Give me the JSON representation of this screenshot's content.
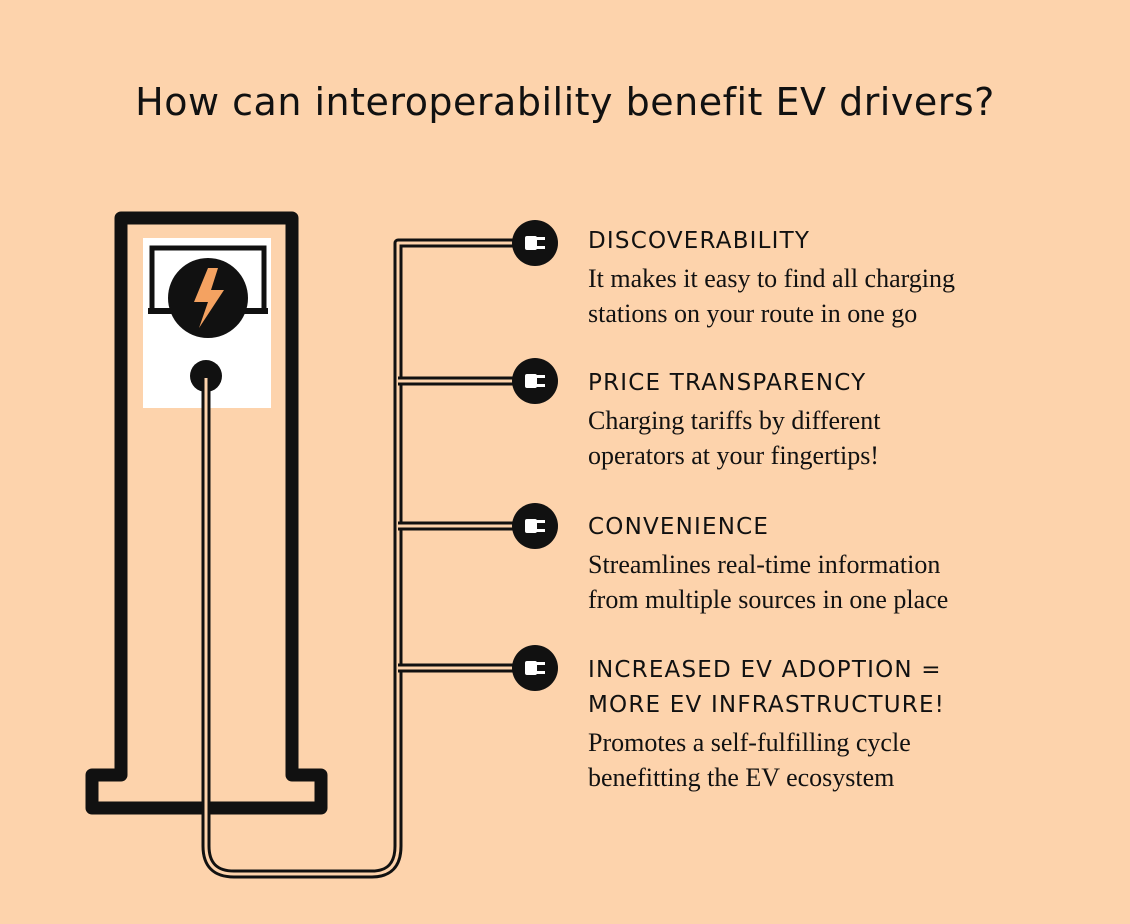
{
  "title": "How can interoperability benefit EV drivers?",
  "items": [
    {
      "heading_lines": [
        "DISCOVERABILITY"
      ],
      "desc_lines": [
        "It makes it easy to find all charging",
        "stations on your route in one go"
      ]
    },
    {
      "heading_lines": [
        "PRICE TRANSPARENCY"
      ],
      "desc_lines": [
        "Charging tariffs by different",
        "operators at your fingertips!"
      ]
    },
    {
      "heading_lines": [
        "CONVENIENCE"
      ],
      "desc_lines": [
        "Streamlines real-time information",
        "from multiple sources in one place"
      ]
    },
    {
      "heading_lines": [
        "INCREASED EV ADOPTION =",
        "MORE EV INFRASTRUCTURE!"
      ],
      "desc_lines": [
        "Promotes a self-fulfilling cycle",
        "benefitting the EV ecosystem"
      ]
    }
  ],
  "icons": {
    "charger": "charging-station-icon",
    "bolt": "lightning-bolt-icon",
    "plug": "plug-icon"
  },
  "colors": {
    "background": "#FDD3AC",
    "ink": "#111111",
    "screen": "#FFFFFF",
    "bolt": "#F4A261"
  }
}
